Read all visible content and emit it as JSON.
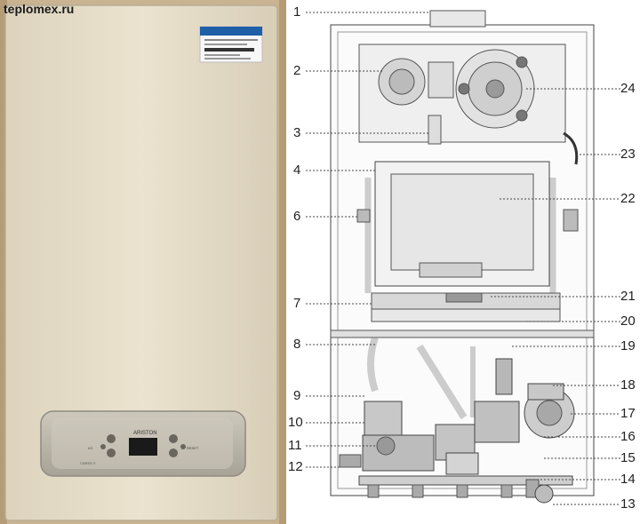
{
  "watermark": "teplomex.ru",
  "boiler": {
    "brand_label": "ARISTON",
    "panel_brand": "ARISTON",
    "model_text": "CARES X",
    "button_left_label": "I/O",
    "button_right_label": "RESET"
  },
  "callouts": {
    "left": [
      "1",
      "2",
      "3",
      "4",
      "6",
      "7",
      "8",
      "9",
      "10",
      "11",
      "12"
    ],
    "right": [
      "24",
      "23",
      "22",
      "21",
      "20",
      "19",
      "18",
      "17",
      "16",
      "15",
      "14",
      "13"
    ]
  },
  "colors": {
    "case": "#e8dfca",
    "panel": "#bdb7aa",
    "display": "#1a1a1a",
    "cardboard": "#cdb89a",
    "label_blue": "#1e5fa8"
  }
}
